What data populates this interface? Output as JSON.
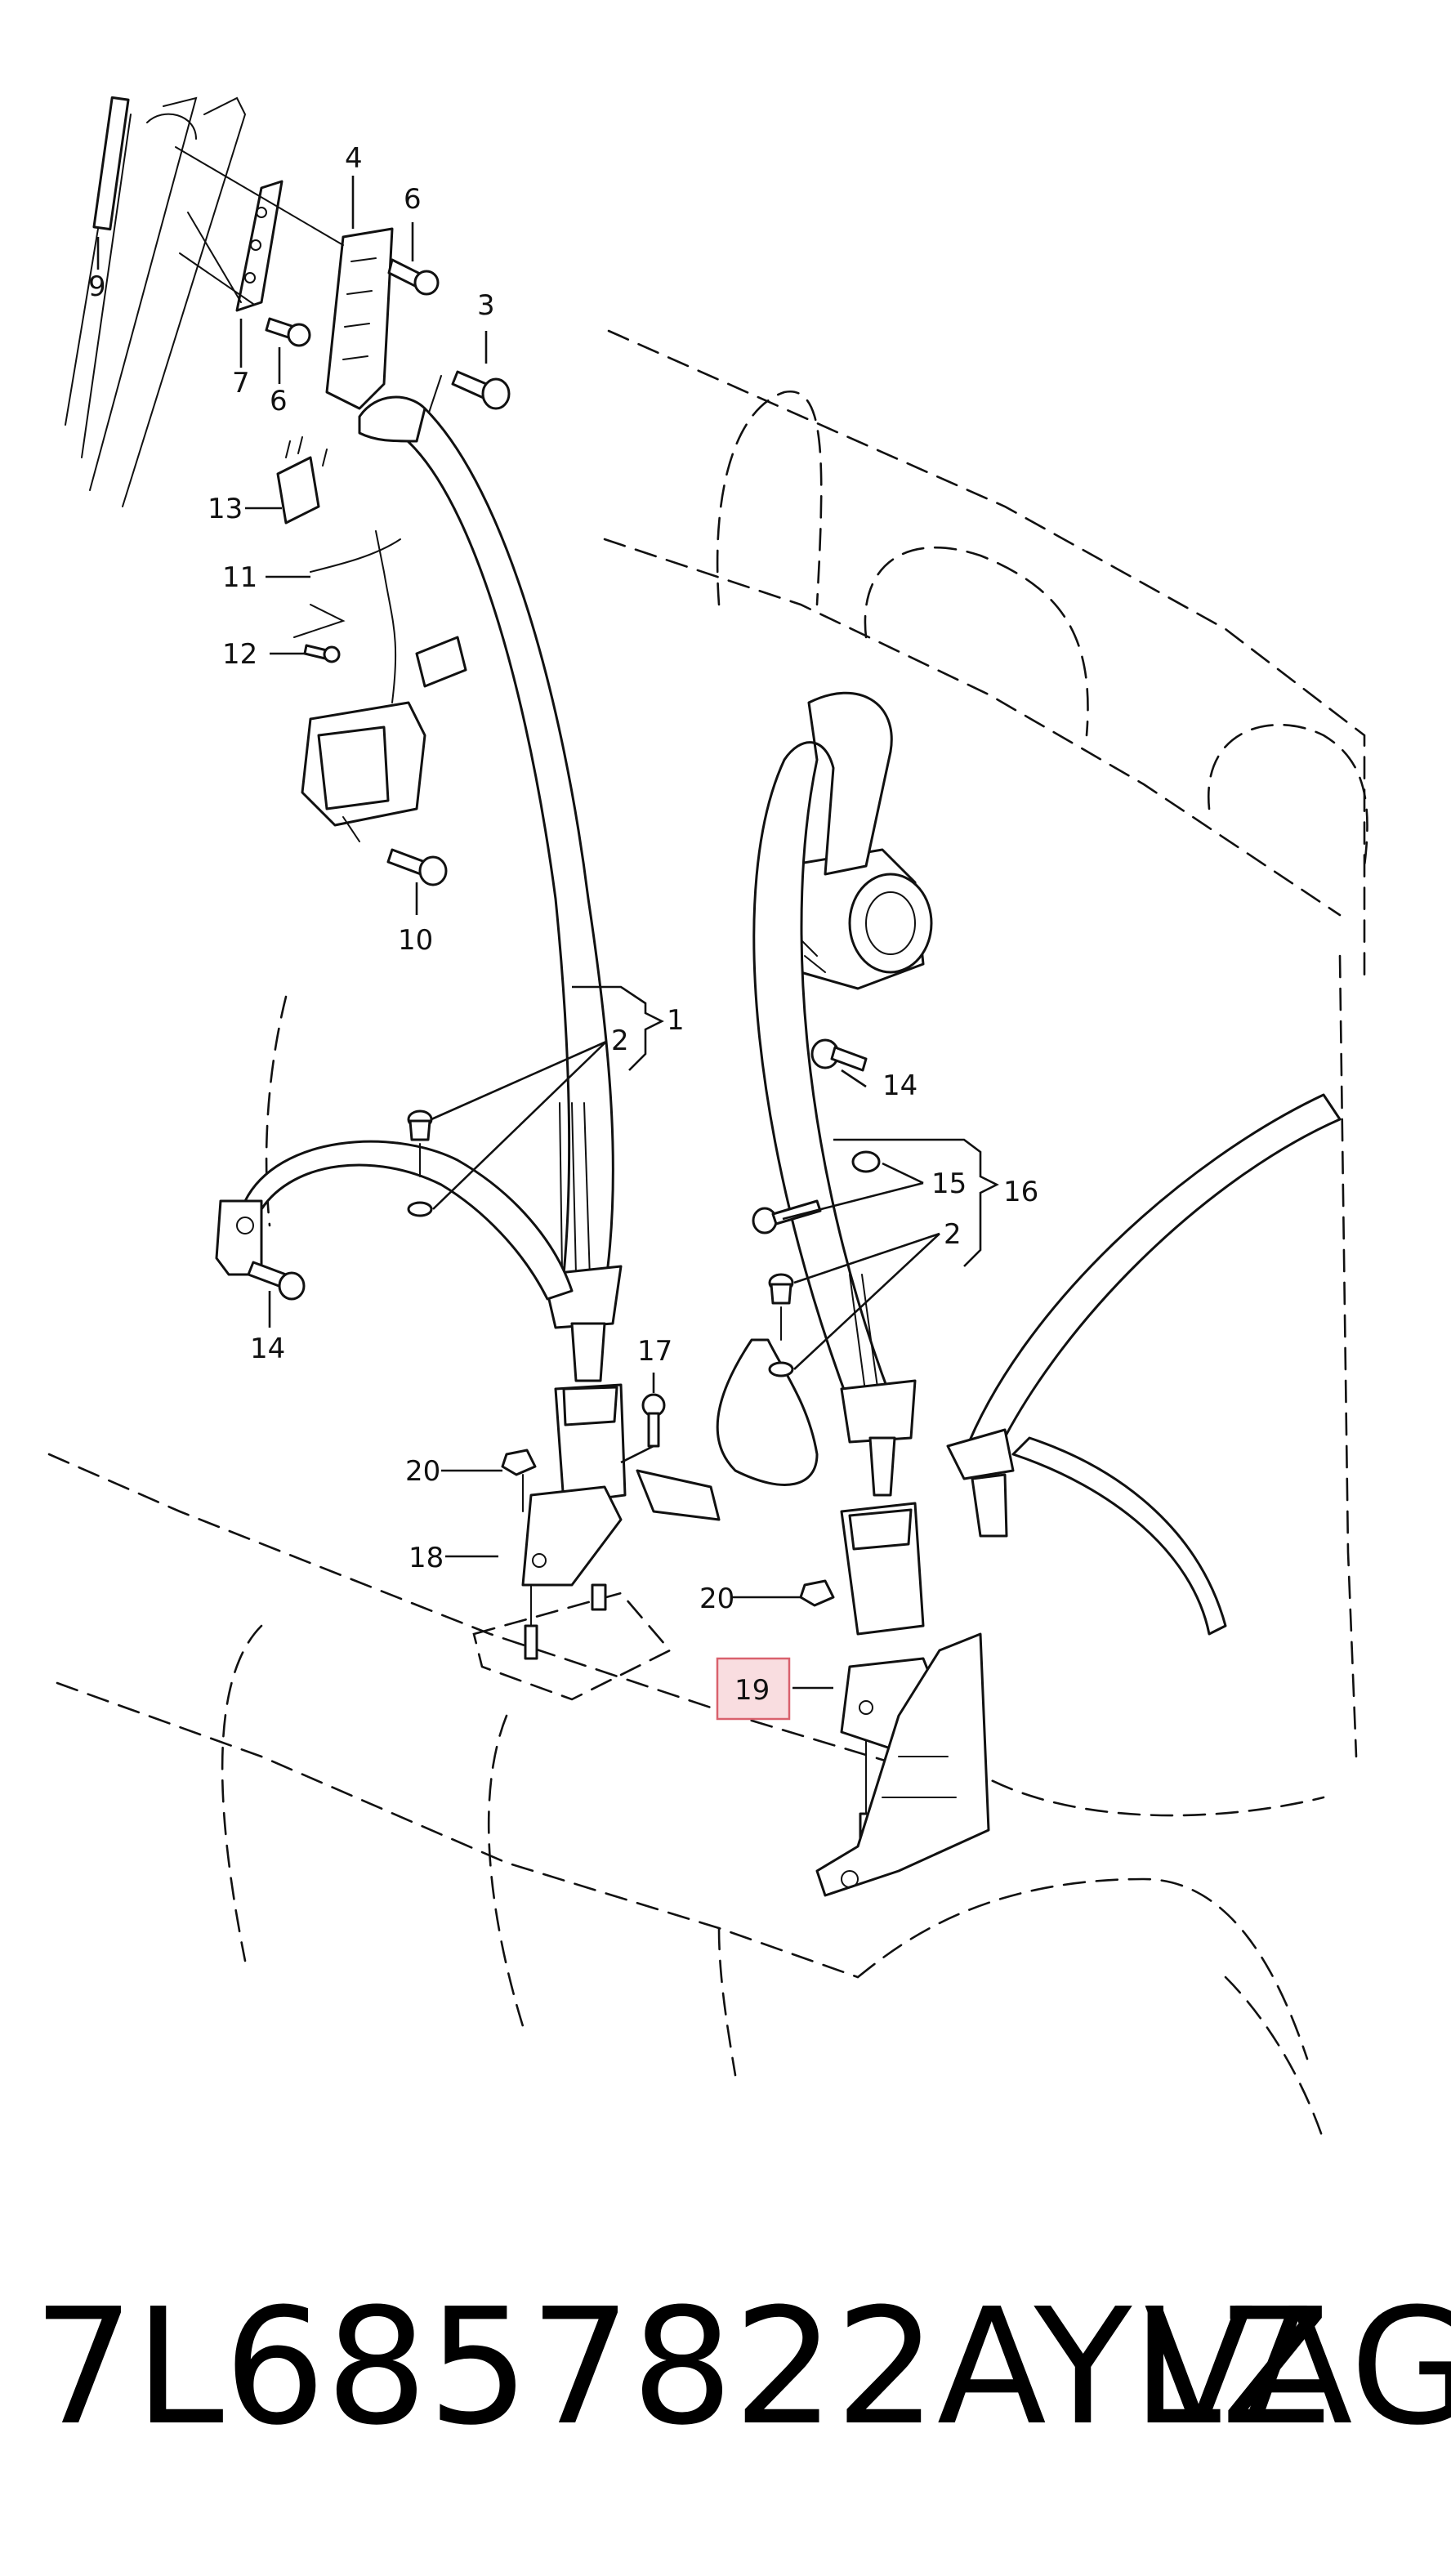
{
  "callouts": {
    "c1": "1",
    "c2a": "2",
    "c2b": "2",
    "c3": "3",
    "c4": "4",
    "c6a": "6",
    "c6b": "6",
    "c7": "7",
    "c9": "9",
    "c10": "10",
    "c11": "11",
    "c12": "12",
    "c13": "13",
    "c14a": "14",
    "c14b": "14",
    "c15": "15",
    "c16": "16",
    "c17": "17",
    "c18": "18",
    "c19": "19",
    "c20a": "20",
    "c20b": "20"
  },
  "highlight": {
    "callout": "19",
    "color": "#f9dde0",
    "border": "#d9616d"
  },
  "footer": {
    "part_number": "7L6857822AYLZ",
    "brand": "VAG"
  }
}
